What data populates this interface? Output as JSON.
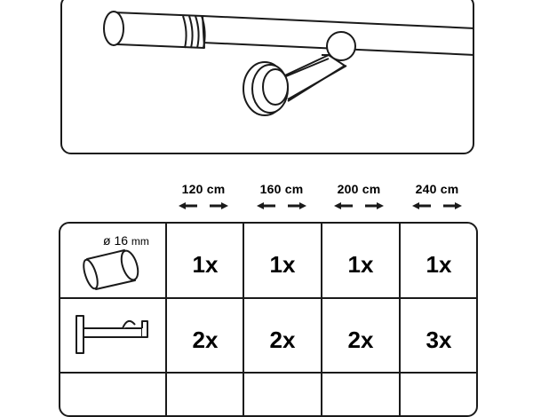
{
  "lengths": [
    {
      "label": "120 cm"
    },
    {
      "label": "160 cm"
    },
    {
      "label": "200 cm"
    },
    {
      "label": "240 cm"
    }
  ],
  "rod_row": {
    "diameter_symbol": "ø 16",
    "diameter_unit": "mm",
    "quantities": [
      "1x",
      "1x",
      "1x",
      "1x"
    ]
  },
  "bracket_row": {
    "quantities": [
      "2x",
      "2x",
      "2x",
      "3x"
    ]
  },
  "colors": {
    "line": "#1a1a1a",
    "background": "#ffffff"
  },
  "icons": [
    "curtain-rod-finial-illustration",
    "rod-icon",
    "bracket-icon",
    "double-arrow-icon"
  ]
}
